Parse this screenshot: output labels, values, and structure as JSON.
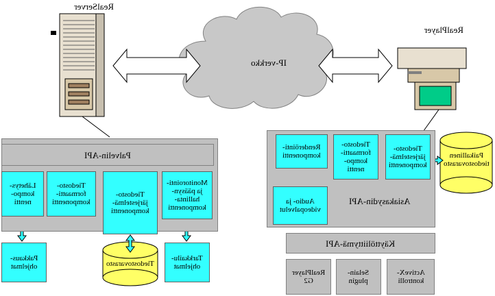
{
  "nodes": {
    "real_server": "RealServer",
    "real_player": "RealPlayer",
    "ip_network": "IP-verkko"
  },
  "server": {
    "platform_api": "Palvelin-API",
    "components": {
      "lahetys": "Lähetys-\nkompo-\nnentti",
      "tiedostoformaatti": "Tiedosto-\nformaatti-\nkomponentti",
      "tiedostojarjestelma": "Tiedosto-\njärjestelmä-\nkomponentti",
      "monitorointi": "Monitorointi-\nja pääsyn-\nhallinta-\nkomponentti"
    },
    "bottom": {
      "pakkausohjelmat": "Pakkaus-\nohjelmat",
      "tiedostovarasto": "Tiedostovarasto",
      "tarkkailuohjelmat": "Tarkkailu-\nohjelmat"
    }
  },
  "client": {
    "client_api": "Asiakasydin-API",
    "components": {
      "renderointi": "Renderöinti-\nkomponentti",
      "tiedostoformaatti": "Tiedosto-\nformaatti-\nkompo-\nnentti",
      "tiedostojarjestelma": "Tiedosto-\njärjestelmä-\nkomponentti",
      "audio_video": "Audio- ja\nvideopalvelut"
    },
    "storage": "Paikallinen\ntiedostovarasto",
    "ui_api": "Käyttöliittymä-API",
    "apps": {
      "realplayer_g2": "RealPlayer\nG2",
      "selain_plugin": "Selain-\nplugin",
      "activex": "ActiveX-\nkontrolli"
    }
  },
  "colors": {
    "component_fill": "#33ffff",
    "panel_gray": "#c0c0c0",
    "cylinder_yellow": "#ffff66",
    "cloud_gray": "#c8c8c8"
  },
  "icons": [
    "server-tower-icon",
    "desktop-computer-icon",
    "cloud-icon",
    "database-cylinder-icon",
    "double-arrow-icon"
  ]
}
